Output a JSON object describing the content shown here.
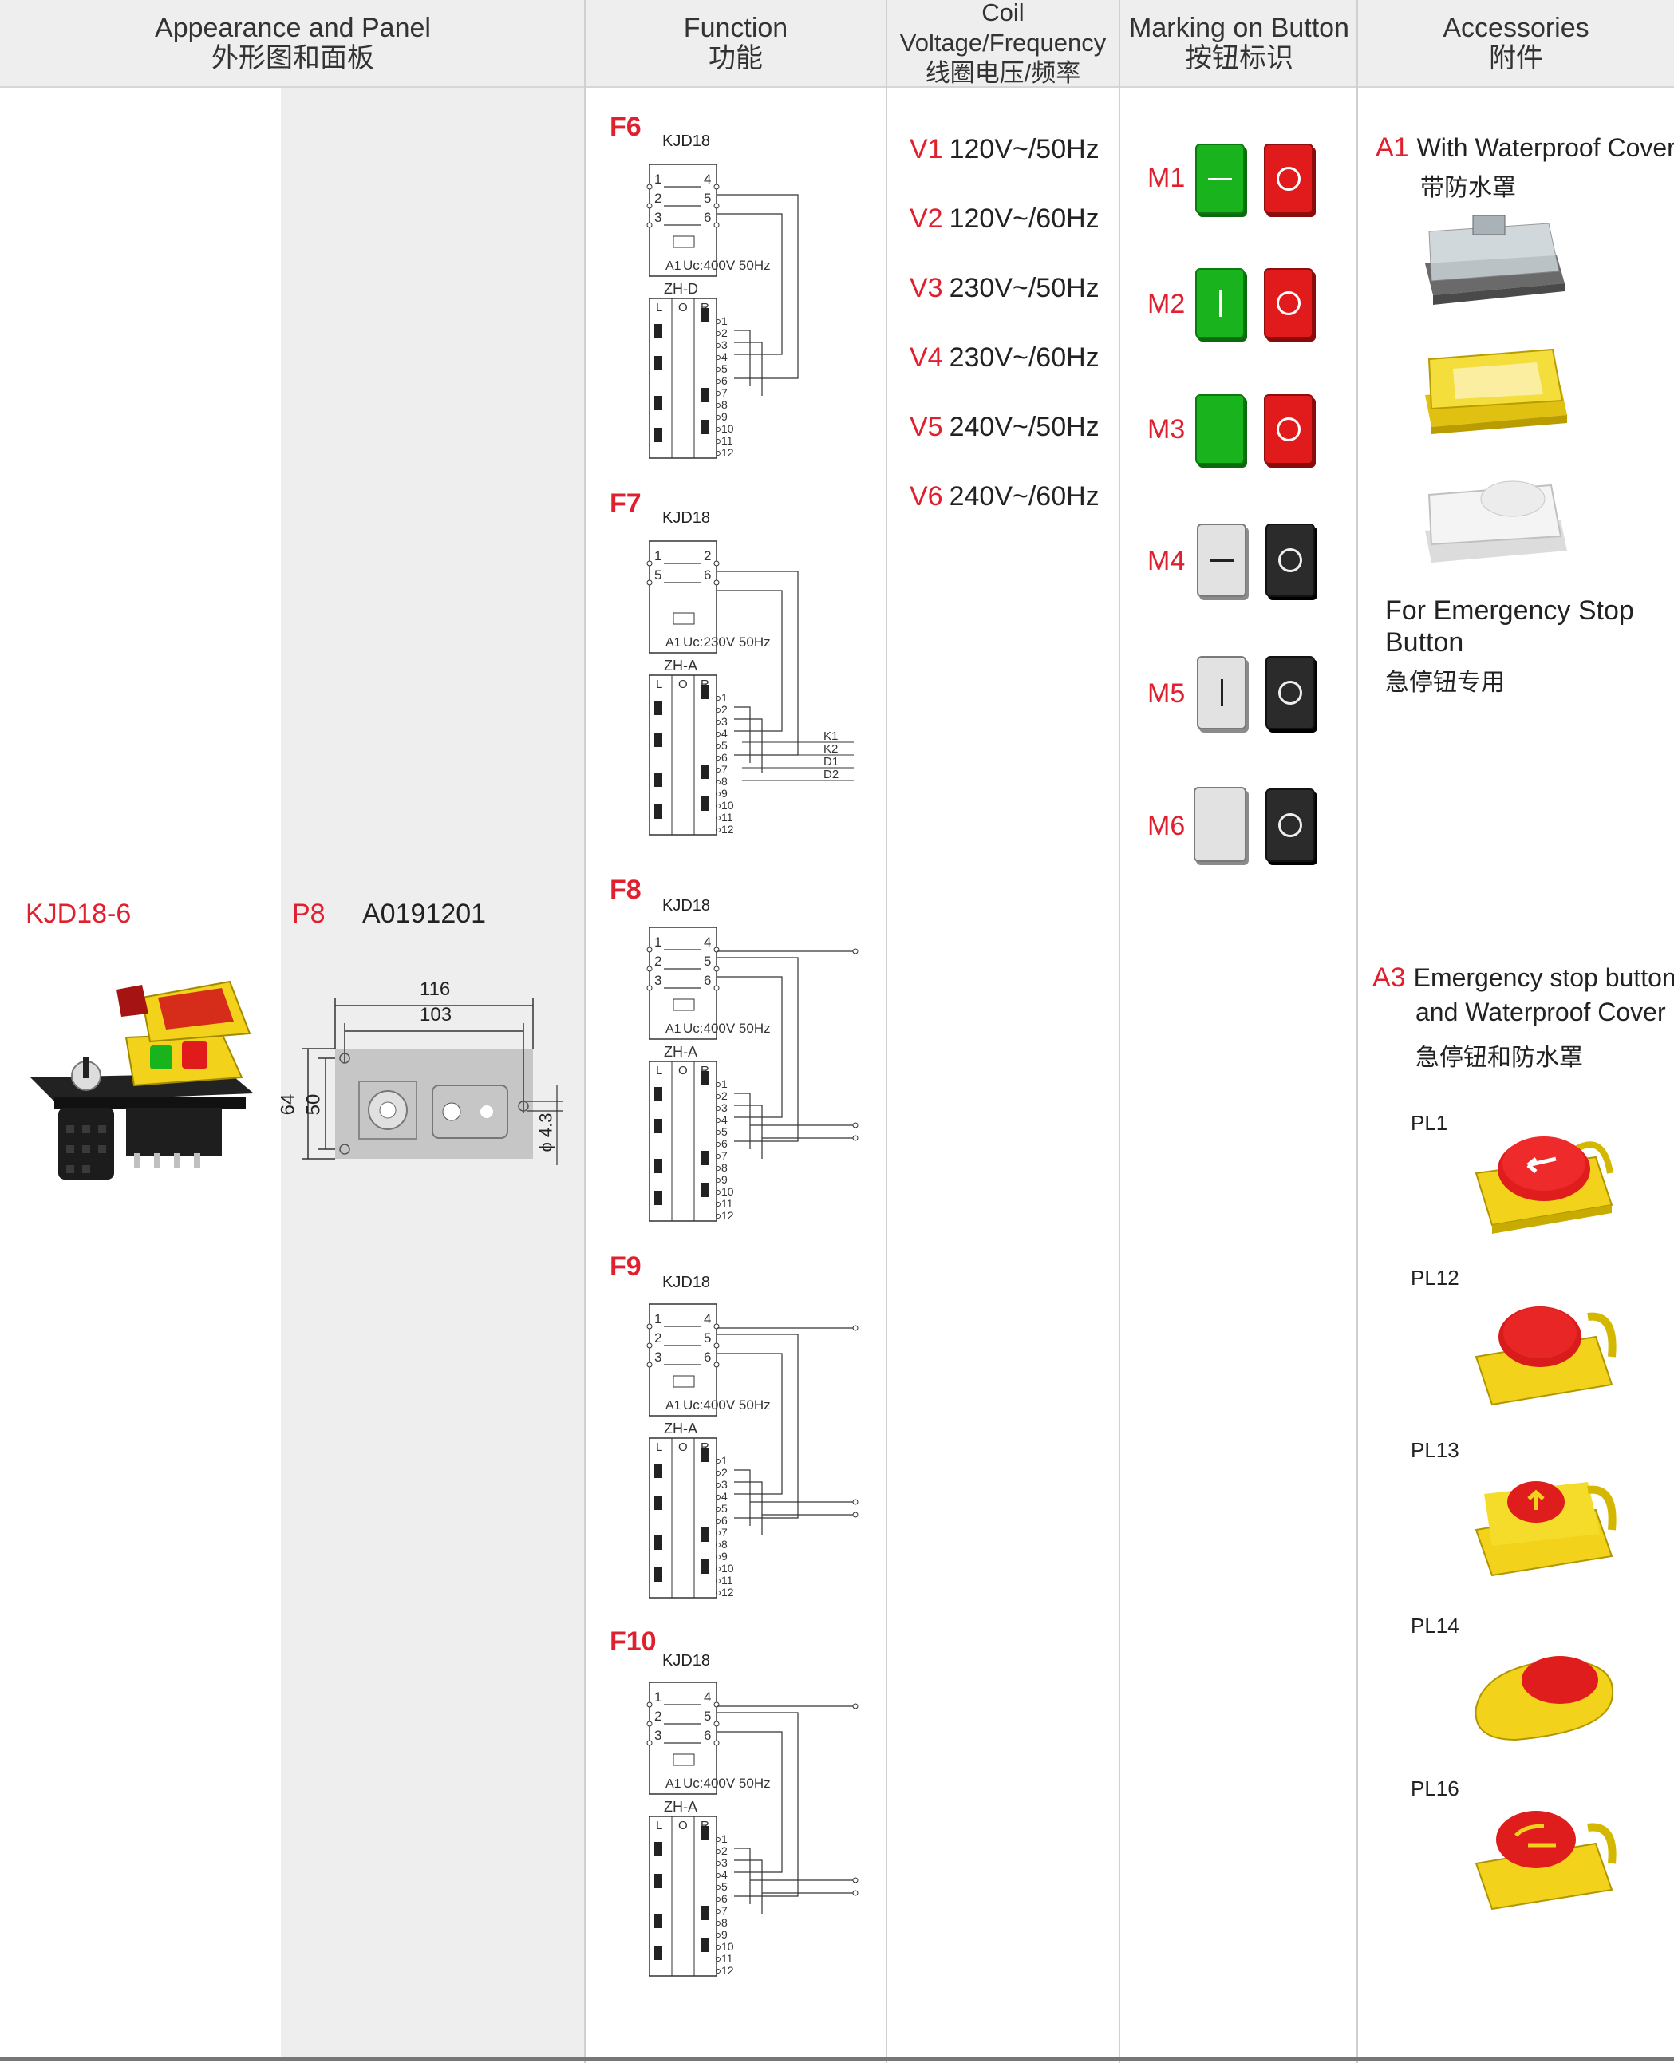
{
  "header": {
    "col1_en": "Appearance and Panel",
    "col1_cn": "外形图和面板",
    "col2_en": "Function",
    "col2_cn": "功能",
    "col3_en": "Coil Voltage/Frequency",
    "col3_cn": "线圈电压/频率",
    "col4_en": "Marking on Button",
    "col4_cn": "按钮标识",
    "col5_en": "Accessories",
    "col5_cn": "附件"
  },
  "product": {
    "model": "KJD18-6",
    "panel_code": "P8",
    "panel_number": "A0191201",
    "dims": {
      "w_outer": "116",
      "w_inner": "103",
      "h_outer": "64",
      "h_inner": "50",
      "hole": "ϕ 4.3"
    }
  },
  "functions": [
    {
      "code": "F6",
      "relay": "KJD18",
      "coil": "Uc:400V 50Hz",
      "switch": "ZH-D",
      "a1": "A1"
    },
    {
      "code": "F7",
      "relay": "KJD18",
      "coil": "Uc:230V 50Hz",
      "switch": "ZH-A",
      "a1": "A1",
      "terminals": [
        "K1",
        "K2",
        "D1",
        "D2"
      ]
    },
    {
      "code": "F8",
      "relay": "KJD18",
      "coil": "Uc:400V 50Hz",
      "switch": "ZH-A",
      "a1": "A1"
    },
    {
      "code": "F9",
      "relay": "KJD18",
      "coil": "Uc:400V 50Hz",
      "switch": "ZH-A",
      "a1": "A1"
    },
    {
      "code": "F10",
      "relay": "KJD18",
      "coil": "Uc:400V 50Hz",
      "switch": "ZH-A",
      "a1": "A1"
    }
  ],
  "switch_cols": [
    "L",
    "O",
    "R"
  ],
  "voltages": [
    {
      "code": "V1",
      "value": "120V~/50Hz"
    },
    {
      "code": "V2",
      "value": "120V~/60Hz"
    },
    {
      "code": "V3",
      "value": "230V~/50Hz"
    },
    {
      "code": "V4",
      "value": "230V~/60Hz"
    },
    {
      "code": "V5",
      "value": "240V~/50Hz"
    },
    {
      "code": "V6",
      "value": "240V~/60Hz"
    }
  ],
  "markings": [
    {
      "code": "M1",
      "start": "green",
      "start_symbol": "dash",
      "stop": "red"
    },
    {
      "code": "M2",
      "start": "green",
      "start_symbol": "bar",
      "stop": "red"
    },
    {
      "code": "M3",
      "start": "green",
      "start_symbol": "none",
      "stop": "red"
    },
    {
      "code": "M4",
      "start": "grey",
      "start_symbol": "dash",
      "stop": "black"
    },
    {
      "code": "M5",
      "start": "grey",
      "start_symbol": "bar",
      "stop": "black"
    },
    {
      "code": "M6",
      "start": "grey",
      "start_symbol": "none",
      "stop": "black"
    }
  ],
  "accessories": {
    "a1_code": "A1",
    "a1_en": "With Waterproof Cover",
    "a1_cn": "带防水罩",
    "estop_en_1": "For Emergency Stop",
    "estop_en_2": "Button",
    "estop_cn": "急停钮专用",
    "a3_code": "A3",
    "a3_en_1": "Emergency stop button",
    "a3_en_2": "and Waterproof Cover",
    "a3_cn": "急停钮和防水罩",
    "pl": [
      "PL1",
      "PL12",
      "PL13",
      "PL14",
      "PL16"
    ]
  },
  "colors": {
    "accent": "#e0202e",
    "green": "#19b31e",
    "red": "#e11b1b",
    "yellow": "#f2d21a"
  }
}
